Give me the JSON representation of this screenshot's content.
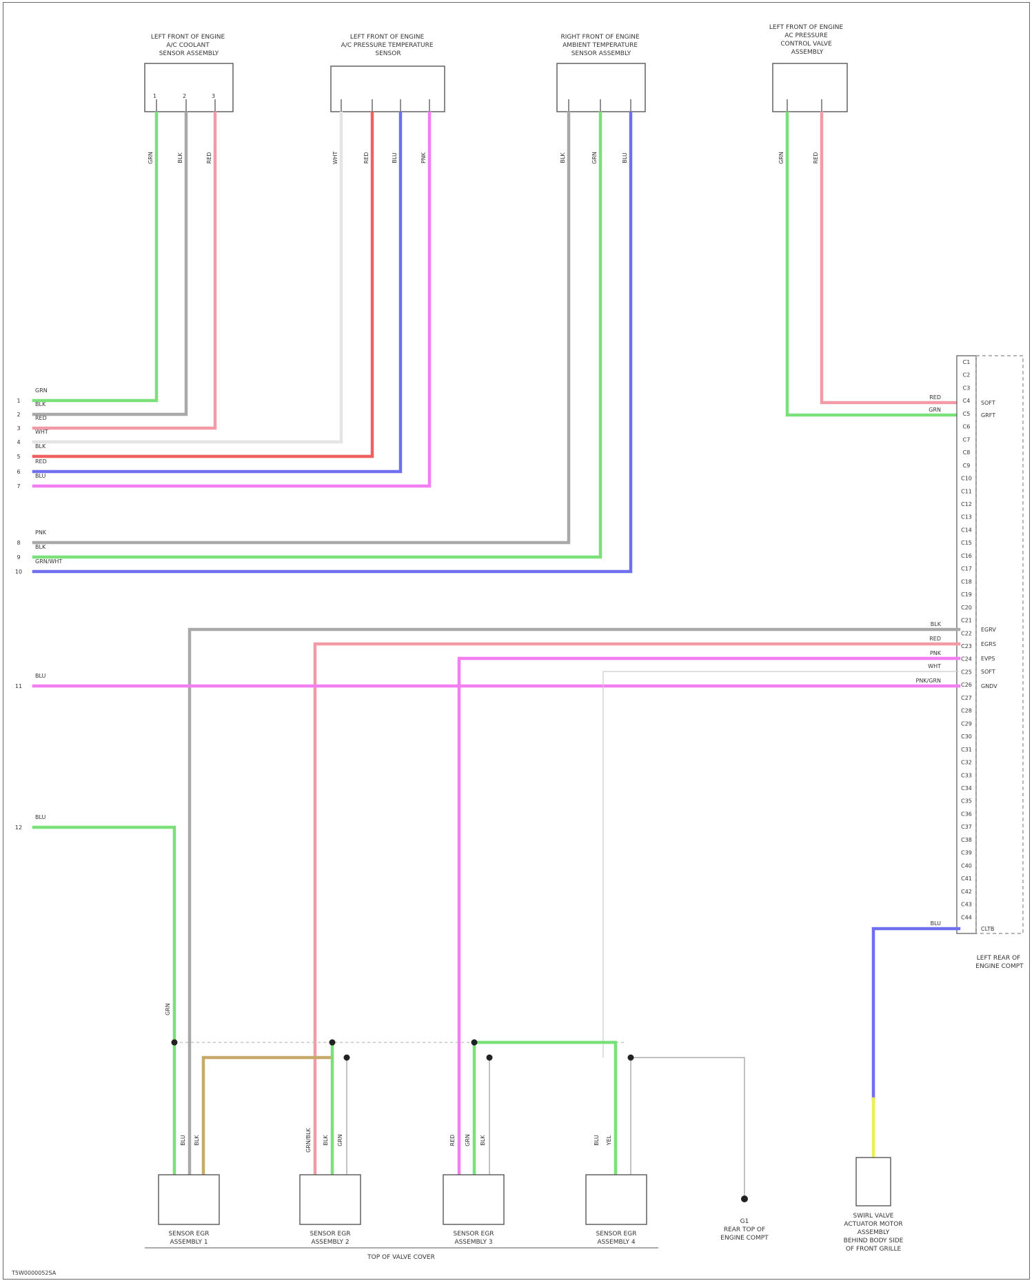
{
  "colors": {
    "green": "#79e07a",
    "gray": "#a9a9a9",
    "pink": "#f39aa6",
    "white": "#e4e4e4",
    "red": "#f06060",
    "blue": "#6f6ff0",
    "magenta": "#f27ef2",
    "yellow": "#eeee55",
    "tan": "#c8a96a"
  },
  "components": {
    "c1": "LEFT FRONT OF ENGINE\nA/C COOLANT\nSENSOR ASSEMBLY",
    "c2": "LEFT FRONT OF ENGINE\nA/C PRESSURE TEMPERATURE\nSENSOR",
    "c3": "RIGHT FRONT OF ENGINE\nAMBIENT TEMPERATURE\nSENSOR ASSEMBLY",
    "c4": "LEFT FRONT OF ENGINE\nAC PRESSURE\nCONTROL VALVE\nASSEMBLY",
    "ecm": "LEFT REAR OF\nENGINE COMPT",
    "sensor1": "SENSOR EGR\nASSEMBLY 1",
    "sensor2": "SENSOR EGR\nASSEMBLY 2",
    "sensor3": "SENSOR EGR\nASSEMBLY 3",
    "sensor4": "SENSOR EGR\nASSEMBLY 4",
    "ground": "REAR TOP OF\nENGINE COMPT",
    "actuator": "SWIRL VALVE\nACTUATOR MOTOR\nASSEMBLY\nBEHIND BODY SIDE\nOF FRONT GRILLE",
    "bottom_note": "TOP OF VALVE COVER",
    "diagram_code": "T5W0000052SA"
  },
  "left_pins": [
    "1",
    "2",
    "3",
    "4",
    "5",
    "6",
    "7",
    "8",
    "9",
    "10",
    "11",
    "12"
  ],
  "left_wire_labels": [
    "GRN",
    "BLK",
    "RED",
    "WHT",
    "BLK",
    "RED",
    "BLU",
    "PNK",
    "BLK",
    "GRN/WHT",
    "BLU",
    "BLU",
    "PNK/GRN",
    "GRN"
  ],
  "ecm_pins": [
    "C1",
    "C2",
    "C3",
    "C4",
    "C5",
    "C6",
    "C7",
    "C8",
    "C9",
    "C10",
    "C11",
    "C12",
    "C13",
    "C14",
    "C15",
    "C16",
    "C17",
    "C18",
    "C19",
    "C20",
    "C21",
    "C22",
    "C23",
    "C24",
    "C25",
    "C26",
    "C27",
    "C28",
    "C29",
    "C30",
    "C31",
    "C32",
    "C33",
    "C34",
    "C35",
    "C36",
    "C37",
    "C38",
    "C39",
    "C40",
    "C41",
    "C42",
    "C43",
    "C44"
  ],
  "ecm_signals": [
    "SOFT",
    "GRFT",
    "EGRV",
    "EGRS",
    "EVPS",
    "SOFT",
    "GNDV",
    "CLTB"
  ],
  "ecm_wire_labels": [
    "RED",
    "GRN",
    "BLK",
    "RED",
    "PNK",
    "WHT",
    "PNK/GRN",
    "BLU"
  ],
  "vertical_labels": [
    "GRN",
    "BLK",
    "RED",
    "WHT",
    "RED",
    "BLU",
    "PNK",
    "BLK",
    "GRN",
    "BLU",
    "GRN",
    "RED",
    "GRN",
    "BLU",
    "BLK",
    "GRN/BLK",
    "BLK",
    "GRN",
    "RED",
    "GRN",
    "BLK",
    "BLU",
    "YEL"
  ]
}
